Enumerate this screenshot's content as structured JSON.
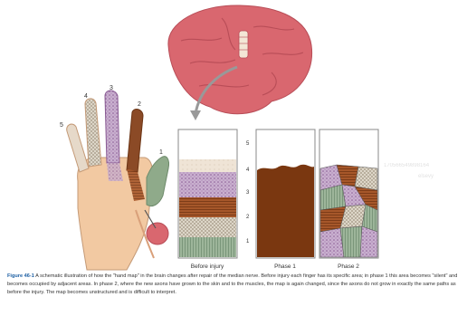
{
  "figure": {
    "finger_numbers": [
      "1",
      "2",
      "3",
      "4",
      "5"
    ],
    "rank_numbers": [
      "5",
      "4",
      "3",
      "2",
      "1"
    ],
    "panel_labels": [
      "Before injury",
      "Phase 1",
      "Phase 2"
    ],
    "watermark": [
      "170566549898164",
      "elsevy"
    ],
    "caption_label": "Figure 46-1",
    "caption_text": "A schematic illustration of how the \"hand map\" in the brain changes after repair of the median nerve. Before injury each finger has its specific area; in phase 1 this area becomes \"silent\" and becomes occupied by adjacent areas. In phase 2, where the new axons have grown to the skin and to the muscles, the map is again changed, since the axons do not grow in exactly the same paths as before the injury. The map becomes unstructured and is difficult to interpret."
  },
  "colors": {
    "brain": "#d9676f",
    "brain_shadow": "#b84d57",
    "finger1": "#8faa8a",
    "finger2": "#8b4a26",
    "finger3": "#b390ba",
    "finger4": "#d6cfc0",
    "finger5": "#e6d9c9",
    "skin": "#f2c9a2",
    "phase1": "#7a3710",
    "caption_label": "#1d5fa3"
  }
}
